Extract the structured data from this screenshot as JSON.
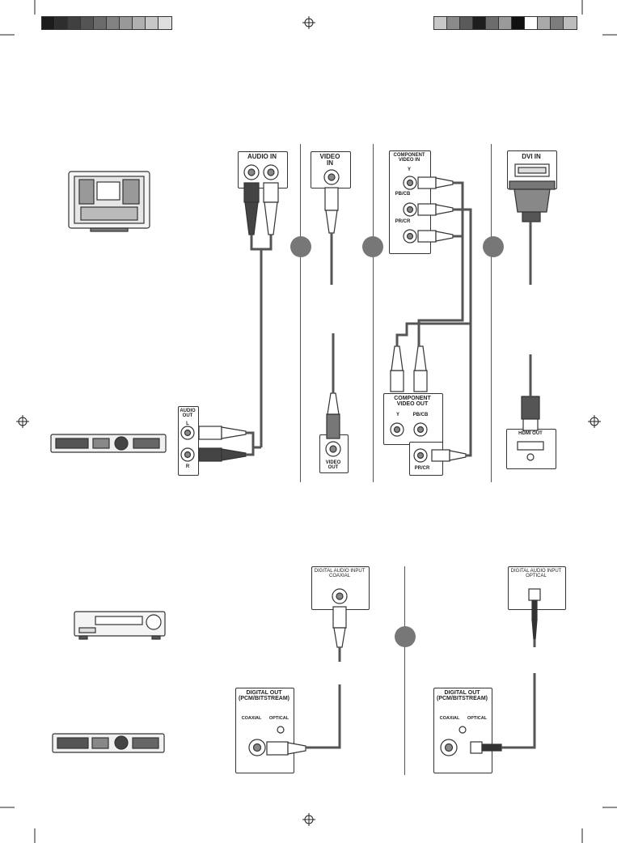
{
  "color_bars": {
    "left": [
      "#1c1c1c",
      "#2e2e2e",
      "#404040",
      "#545454",
      "#6b6b6b",
      "#828282",
      "#999999",
      "#b0b0b0",
      "#c7c7c7",
      "#dedede"
    ],
    "right": [
      "#c8c8c8",
      "#8a8a8a",
      "#5a5a5a",
      "#1e1e1e",
      "#6c6c6c",
      "#9a9a9a",
      "#111111",
      "#ffffff",
      "#a9a9a9",
      "#7d7d7d",
      "#bdbdbd"
    ]
  },
  "video_section": {
    "audio": {
      "tv_label": "AUDIO IN",
      "player_label": "AUDIO\nOUT",
      "left_port": "L",
      "right_port": "R"
    },
    "composite": {
      "tv_label": "VIDEO\nIN",
      "player_label": "VIDEO\nOUT"
    },
    "component": {
      "tv_label": "COMPONENT\nVIDEO IN",
      "tv_ports": [
        "Y",
        "PB/CB",
        "PR/CR"
      ],
      "player_label": "COMPONENT\nVIDEO OUT",
      "player_ports": [
        "Y",
        "PB/CB",
        "PR/CR"
      ]
    },
    "dvi": {
      "tv_label": "DVI IN",
      "player_label": "HDMI OUT"
    }
  },
  "audio_section": {
    "coaxial": {
      "receiver_label": "DIGITAL AUDIO INPUT\nCOAXIAL",
      "player_label": "DIGITAL OUT\n(PCM/BITSTREAM)",
      "ports": [
        "COAXIAL",
        "OPTICAL"
      ]
    },
    "optical": {
      "receiver_label": "DIGITAL AUDIO INPUT\nOPTICAL",
      "player_label": "DIGITAL OUT\n(PCM/BITSTREAM)",
      "ports": [
        "COAXIAL",
        "OPTICAL"
      ]
    }
  }
}
